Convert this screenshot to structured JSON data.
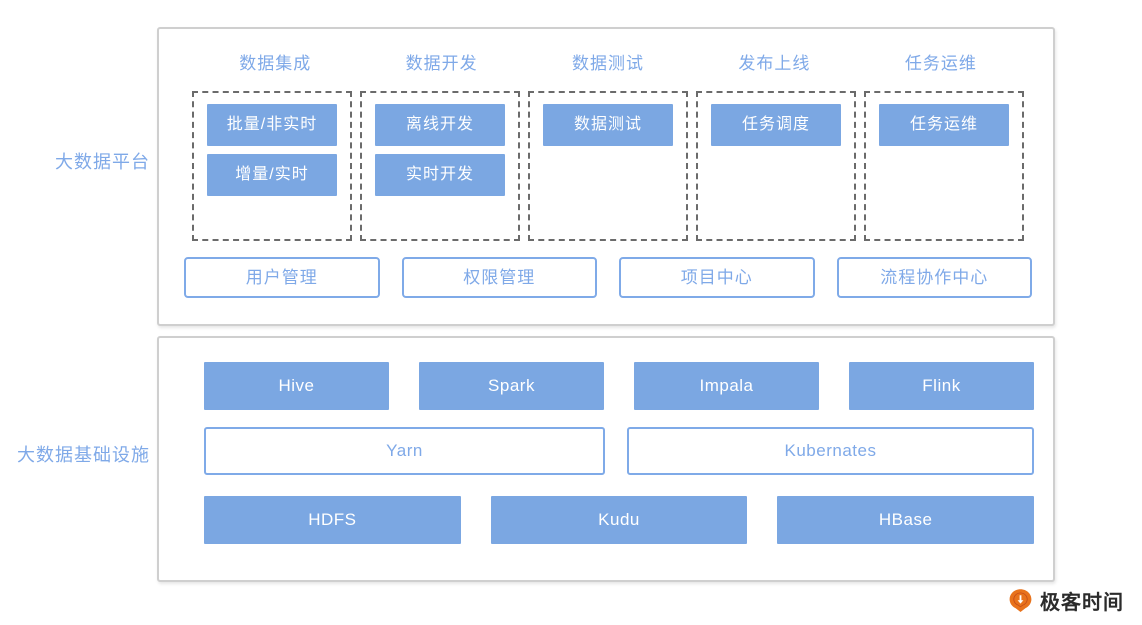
{
  "labels": {
    "platform": "大数据平台",
    "infrastructure": "大数据基础设施"
  },
  "platform": {
    "stages": [
      {
        "header": "数据集成",
        "items": [
          "批量/非实时",
          "增量/实时"
        ]
      },
      {
        "header": "数据开发",
        "items": [
          "离线开发",
          "实时开发"
        ]
      },
      {
        "header": "数据测试",
        "items": [
          "数据测试"
        ]
      },
      {
        "header": "发布上线",
        "items": [
          "任务调度"
        ]
      },
      {
        "header": "任务运维",
        "items": [
          "任务运维"
        ]
      }
    ],
    "services": [
      "用户管理",
      "权限管理",
      "项目中心",
      "流程协作中心"
    ]
  },
  "infrastructure": {
    "engines": [
      "Hive",
      "Spark",
      "Impala",
      "Flink"
    ],
    "schedulers": [
      "Yarn",
      "Kubernates"
    ],
    "storage": [
      "HDFS",
      "Kudu",
      "HBase"
    ]
  },
  "brand": {
    "name": "极客时间",
    "icon": "geektime-logo-icon"
  },
  "colors": {
    "accent_blue": "#7BA7E2",
    "outline_blue": "#7FAAE8",
    "text_blue": "#7FA9E8",
    "panel_border": "#cfcfcf",
    "dashed_border": "#6b6b6b",
    "brand_orange": "#E8731C"
  }
}
